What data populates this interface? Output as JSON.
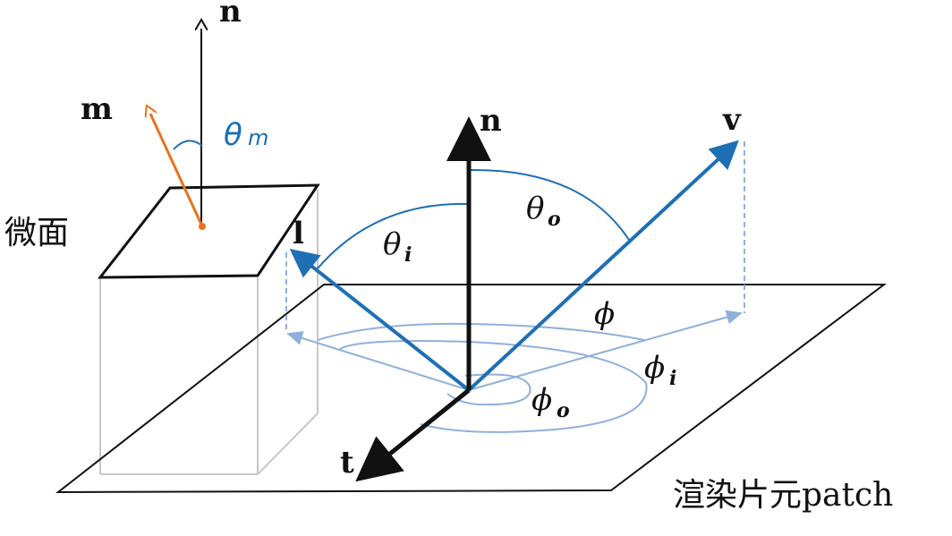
{
  "microfacet": {
    "label": "微面",
    "normal_label": "n",
    "micro_normal_label": "m",
    "theta_m_symbol": "θ",
    "theta_m_subscript": "m"
  },
  "patch": {
    "label": "渲染片元patch",
    "normal_label": "n",
    "light_label": "l",
    "view_label": "v",
    "tangent_label": "t",
    "theta_i_symbol": "θ",
    "theta_i_subscript": "i",
    "theta_o_symbol": "θ",
    "theta_o_subscript": "o",
    "phi_symbol": "ϕ",
    "phi_i_symbol": "ϕ",
    "phi_i_subscript": "i",
    "phi_o_symbol": "ϕ",
    "phi_o_subscript": "o"
  },
  "colors": {
    "vector_blue": "#1f6fb4",
    "projection_blue": "#8fb0dc",
    "arc_blue": "#8fb0dc",
    "micro_normal_orange": "#e8731c",
    "theta_m_blue": "#1a6fb4",
    "outline_black": "#111111",
    "box_gray": "#c8c8c8"
  }
}
